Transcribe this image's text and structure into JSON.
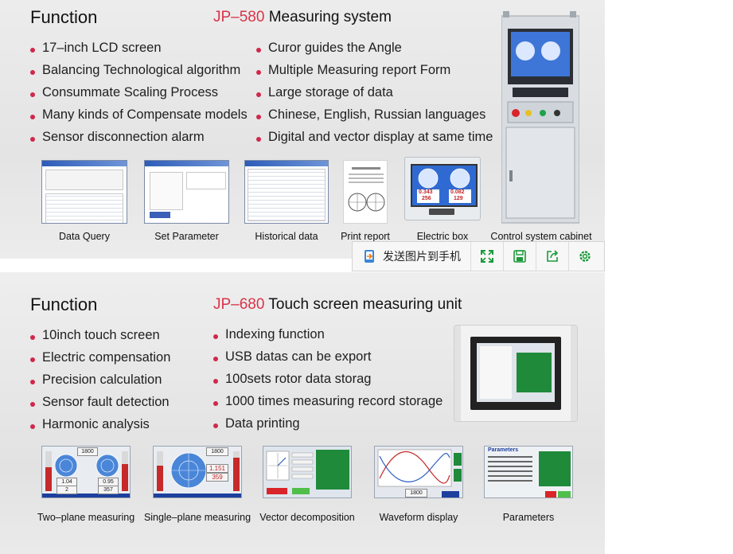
{
  "jp580": {
    "section_title": "Function",
    "code": "JP–580",
    "name": "Measuring system",
    "features_left": [
      "17–inch LCD screen",
      "Balancing Technological algorithm",
      "Consummate Scaling Process",
      "Many kinds of Compensate models",
      "Sensor disconnection alarm"
    ],
    "features_right": [
      "Curor guides the Angle",
      "Multiple Measuring report Form",
      "Large storage of data",
      "Chinese, English, Russian languages",
      "Digital and vector display at same time"
    ],
    "thumbnails": [
      {
        "caption": "Data Query"
      },
      {
        "caption": "Set Parameter"
      },
      {
        "caption": "Historical data"
      },
      {
        "caption": "Print report"
      },
      {
        "caption": "Electric box",
        "readouts": [
          "0.343",
          "256",
          "0.082",
          "129"
        ]
      },
      {
        "caption": "Control system cabinet"
      }
    ]
  },
  "jp680": {
    "section_title": "Function",
    "code": "JP–680",
    "name": "Touch screen measuring unit",
    "features_left": [
      "10inch touch screen",
      "Electric compensation",
      "Precision calculation",
      "Sensor fault detection",
      "Harmonic analysis"
    ],
    "features_right": [
      "Indexing function",
      "USB datas can be export",
      "100sets rotor data storag",
      "1000 times measuring record storage",
      "Data printing"
    ],
    "thumbnails": [
      {
        "caption": "Two–plane measuring",
        "readouts": [
          "1800",
          "1.04",
          "2",
          "0.95",
          "357"
        ]
      },
      {
        "caption": "Single–plane measuring",
        "readouts": [
          "1800",
          "1.151",
          "359"
        ]
      },
      {
        "caption": "Vector decomposition"
      },
      {
        "caption": "Waveform display",
        "readouts": [
          "1800"
        ]
      },
      {
        "caption": "Parameters",
        "heading": "Parameters"
      }
    ]
  },
  "toolbar": {
    "send_label": "发送图片到手机",
    "buttons": [
      "expand-icon",
      "save-icon",
      "share-icon",
      "settings-icon"
    ]
  },
  "colors": {
    "accent": "#d9334a",
    "bullet": "#d0284a",
    "toolbar_green": "#1a9a3a"
  }
}
